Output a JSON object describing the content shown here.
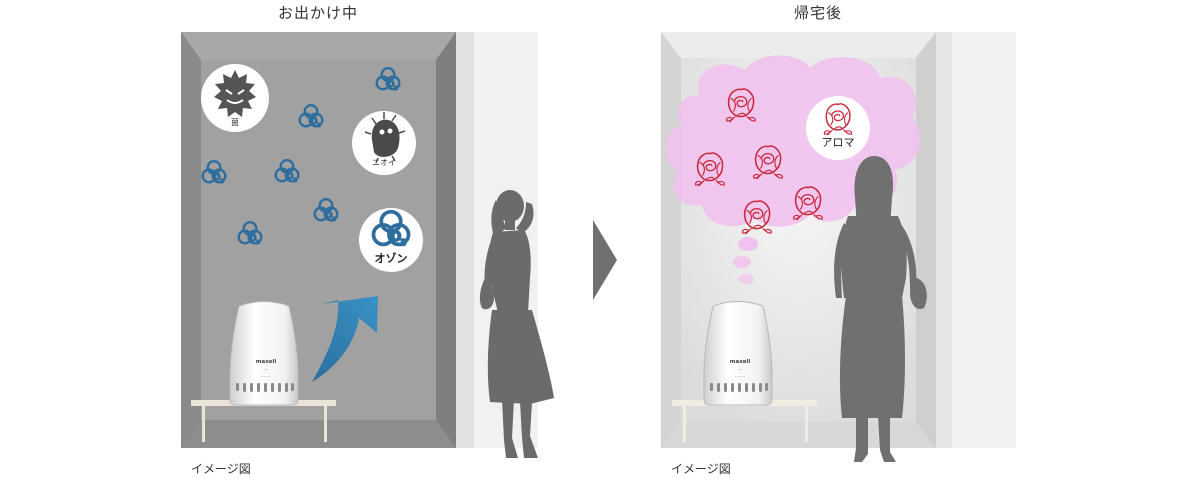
{
  "left_scene": {
    "title": "お出かけ中",
    "caption": "イメージ図",
    "bubble_bacteria_label": "菌",
    "bubble_odor_label": "ニオイ",
    "bubble_ozone_label": "オゾン",
    "ozone_symbol": "O₃",
    "device_brand": "maxell"
  },
  "right_scene": {
    "title": "帰宅後",
    "caption": "イメージ図",
    "bubble_aroma_label": "アロマ",
    "device_brand": "maxell"
  },
  "colors": {
    "ozone_blue": "#2e6e9e",
    "arrow_blue": "#2f7fb3",
    "rose_red": "#c8283a",
    "aroma_pink": "#f1c2ef",
    "silhouette_gray": "#6b6b6b",
    "left_wall": "#979797",
    "right_wall": "#e4e4e4"
  },
  "icons": [
    "bacteria-icon",
    "odor-germ-icon",
    "ozone-icon",
    "rose-icon",
    "arrow-icon",
    "person-silhouette",
    "air-purifier-icon",
    "transition-arrow-icon"
  ]
}
